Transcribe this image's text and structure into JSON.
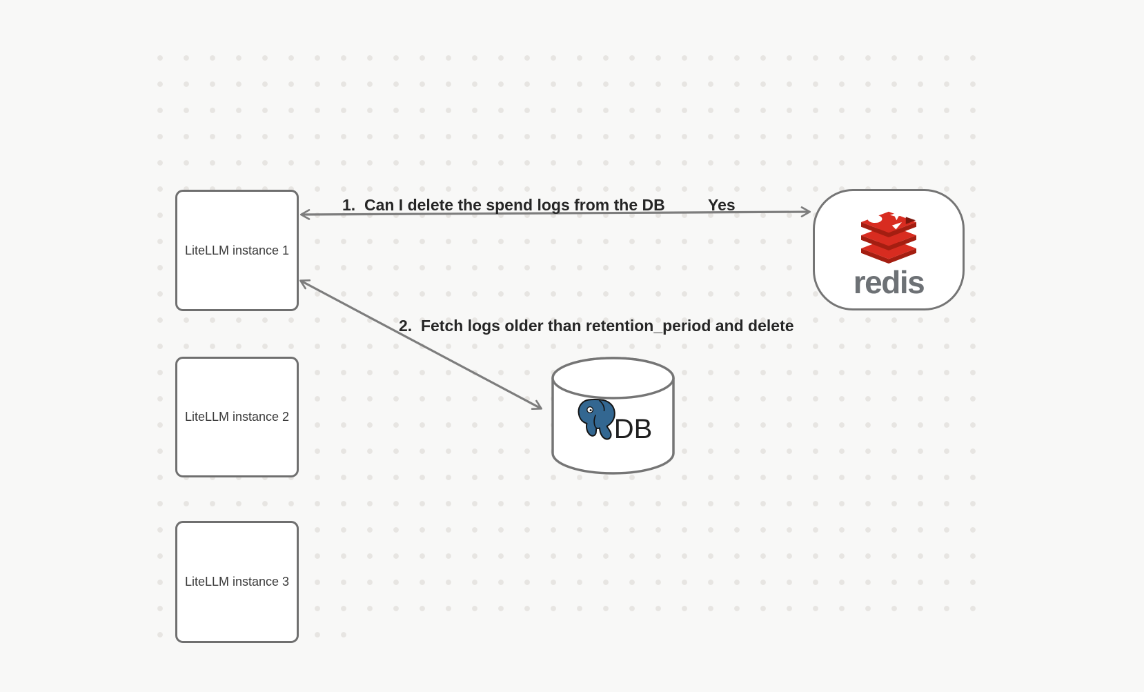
{
  "canvas": {
    "background": "#f8f8f7",
    "dot_color": "#e7e5e2"
  },
  "instances": [
    {
      "label": "LiteLLM instance 1"
    },
    {
      "label": "LiteLLM instance 2"
    },
    {
      "label": "LiteLLM instance 3"
    }
  ],
  "redis_node": {
    "wordmark": "redis",
    "brand_red": "#d82c20",
    "brand_dark_red": "#a41e11",
    "wordmark_color": "#6d7175"
  },
  "db_node": {
    "label": "DB",
    "postgres_blue": "#336791"
  },
  "edges": {
    "color": "#7d7d7d",
    "redis_exchange": {
      "question": "1.  Can I delete the spend logs from the DB",
      "answer": "Yes"
    },
    "db_action": {
      "label": "2.  Fetch logs older than retention_period and delete"
    }
  }
}
